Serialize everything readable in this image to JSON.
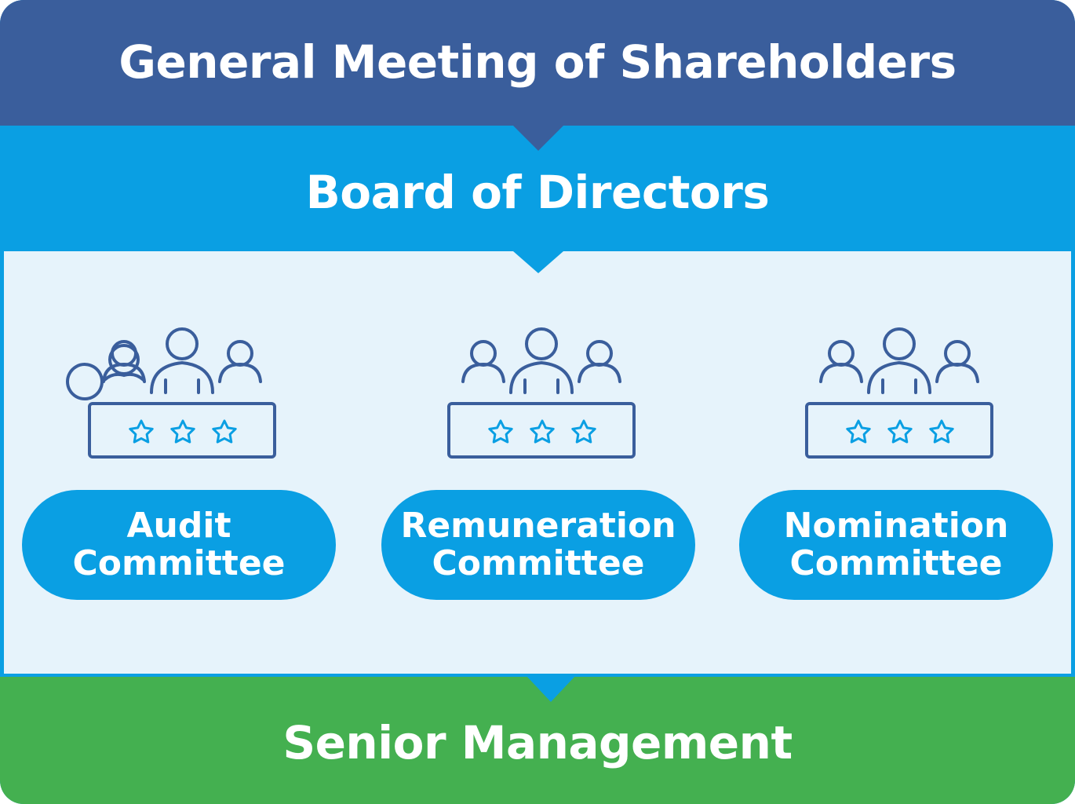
{
  "top": {
    "title": "General Meeting of Shareholders"
  },
  "board": {
    "title": "Board of Directors"
  },
  "committees": [
    {
      "line1": "Audit",
      "line2": "Committee",
      "icon": "committee-panel-icon"
    },
    {
      "line1": "Remuneration",
      "line2": "Committee",
      "icon": "committee-panel-icon"
    },
    {
      "line1": "Nomination",
      "line2": "Committee",
      "icon": "committee-panel-icon"
    }
  ],
  "senior": {
    "title": "Senior Management"
  },
  "colors": {
    "shareholders": "#3a5e9c",
    "board": "#0a9fe3",
    "committee_area": "#e6f3fb",
    "senior": "#44b050",
    "icon_stroke": "#3a5e9c",
    "star_stroke": "#0a9fe3"
  }
}
